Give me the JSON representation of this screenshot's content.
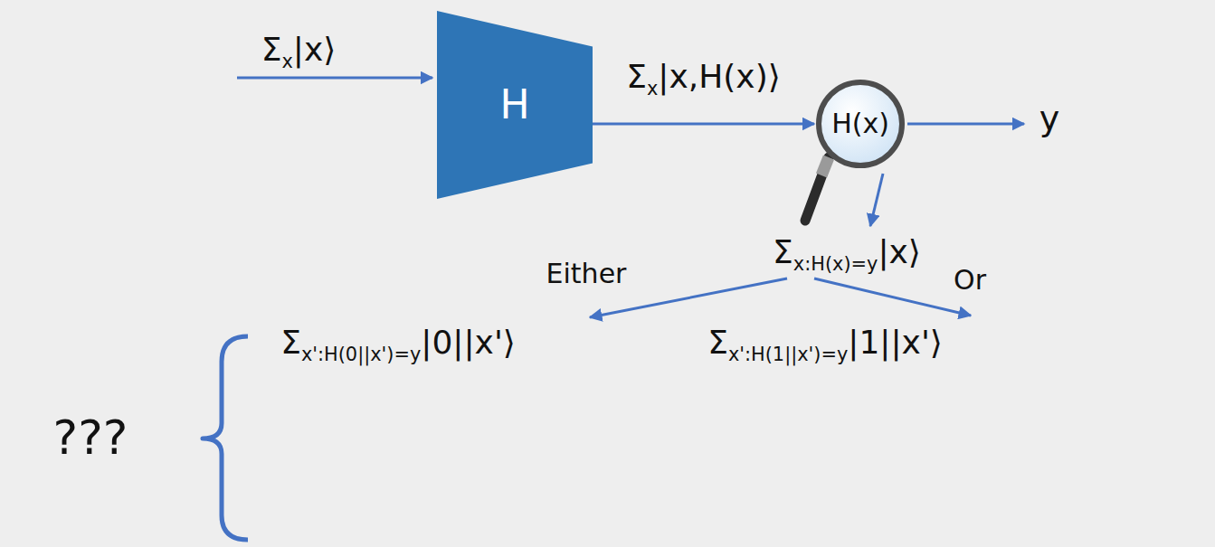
{
  "diagram": {
    "nodes": [
      {
        "text": [
          "H"
        ]
      },
      {
        "text": [
          "H(x)"
        ]
      }
    ],
    "edges": [
      {
        "from": 0,
        "to": 1,
        "arrow": "to",
        "label": "Σx|x,H(x)⟩"
      }
    ],
    "labels": [
      "Σx|x⟩",
      "y",
      "Σx:H(x)=y|x⟩",
      "Either",
      "Or",
      "Σx':H(0||x')=y|0||x'⟩",
      "Σx':H(1||x')=y|1||x'⟩",
      "???"
    ]
  }
}
